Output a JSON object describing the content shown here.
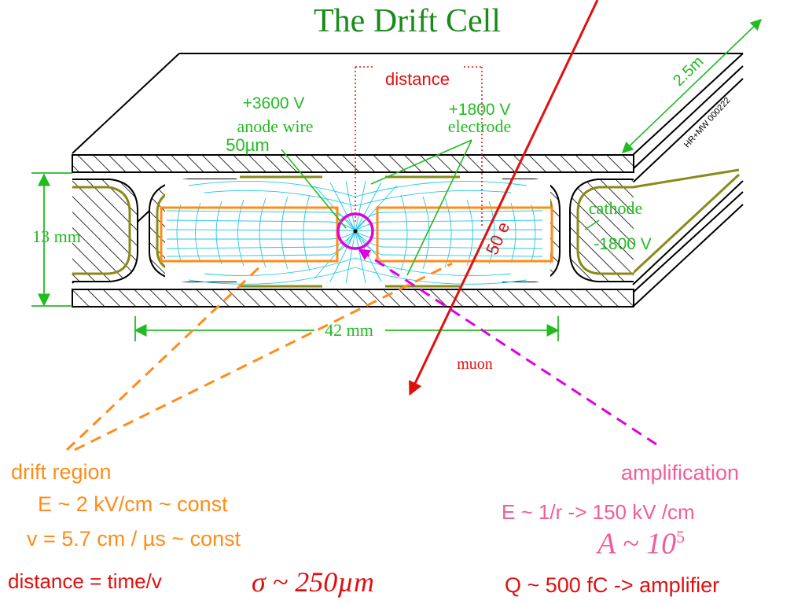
{
  "title": "The Drift Cell",
  "labels": {
    "distance": "distance",
    "length": "2.5m",
    "anode_voltage": "+3600 V",
    "anode_wire": "anode wire",
    "wire_diameter": "50µm",
    "electrode_voltage": "+1800 V",
    "electrode": "electrode",
    "reference": "HR+MW 000222",
    "cathode": "cathode",
    "cathode_voltage": "-1800 V",
    "electrons": "50 e",
    "height": "13 mm",
    "width": "42 mm",
    "muon": "muon"
  },
  "drift": {
    "heading": "drift region",
    "field": "E ~ 2 kV/cm ~ const",
    "velocity": "v = 5.7 cm / µs ~ const",
    "distance_formula": "distance = time/v",
    "resolution_symbol": "σ",
    "resolution_value": "~ 250µm"
  },
  "amplification": {
    "heading": "amplification",
    "field": "E ~ 1/r  -> 150 kV /cm",
    "gain_base": "A ~ 10",
    "gain_exp": "5",
    "charge": "Q ~  500 fC -> amplifier"
  },
  "colors": {
    "title": "#1a8a1a",
    "annotation_green": "#22bb22",
    "red": "#e01010",
    "magenta": "#e000e0",
    "orange": "#ff8c1a",
    "olive": "#8a8a1a",
    "cyan": "#22c8e0",
    "pink": "#f25c9c"
  }
}
